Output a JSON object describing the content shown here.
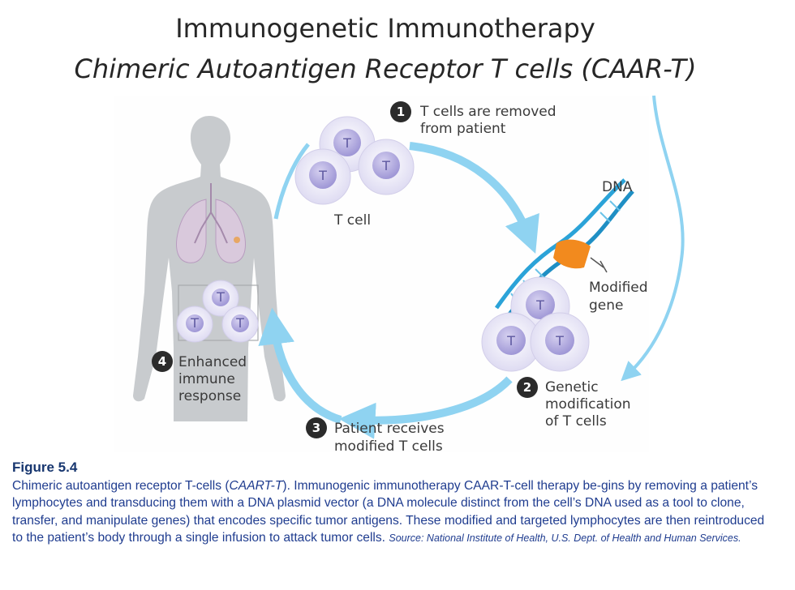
{
  "slide": {
    "title_line1": "Immunogenetic Immunotherapy",
    "title_line2": "Chimeric Autoantigen Receptor T cells (CAAR-T)"
  },
  "diagram": {
    "step1": {
      "number": "1",
      "line1": "T cells are removed",
      "line2": "from patient"
    },
    "step2": {
      "number": "2",
      "line1": "Genetic",
      "line2": "modification",
      "line3": "of T cells"
    },
    "step3": {
      "number": "3",
      "line1": "Patient receives",
      "line2": "modified T cells"
    },
    "step4": {
      "number": "4",
      "line1": "Enhanced",
      "line2": "immune",
      "line3": "response"
    },
    "tcell_label": "T cell",
    "dna_label": "DNA",
    "modified_gene_line1": "Modified",
    "modified_gene_line2": "gene",
    "cell_letter": "T",
    "colors": {
      "arrow": "#8fd3f1",
      "cell_outer": "#eceaf7",
      "cell_nucleus": "#b9b2e2",
      "body": "#c9cccf",
      "dna_blue": "#2ba3d8",
      "dna_orange": "#f28a1e",
      "step_circle": "#2b2b2b",
      "caption_text": "#1f3c8f"
    }
  },
  "caption": {
    "figure_label": "Figure 5.4",
    "text_part1": "Chimeric autoantigen receptor T-cells (",
    "text_italic": "CAART-T",
    "text_part2": "). Immunogenic immunotherapy CAAR-T-cell therapy be-gins by removing a patient’s lymphocytes and transducing them with a DNA plasmid vector (a DNA molecule distinct from the cell’s DNA used as a tool to clone, transfer, and manipulate genes) that encodes specific tumor antigens. These modified and targeted lymphocytes are then reintroduced to the patient’s body through a single infusion to attack tumor cells.",
    "source": "Source: National Institute of Health, U.S. Dept. of Health and Human Services."
  }
}
